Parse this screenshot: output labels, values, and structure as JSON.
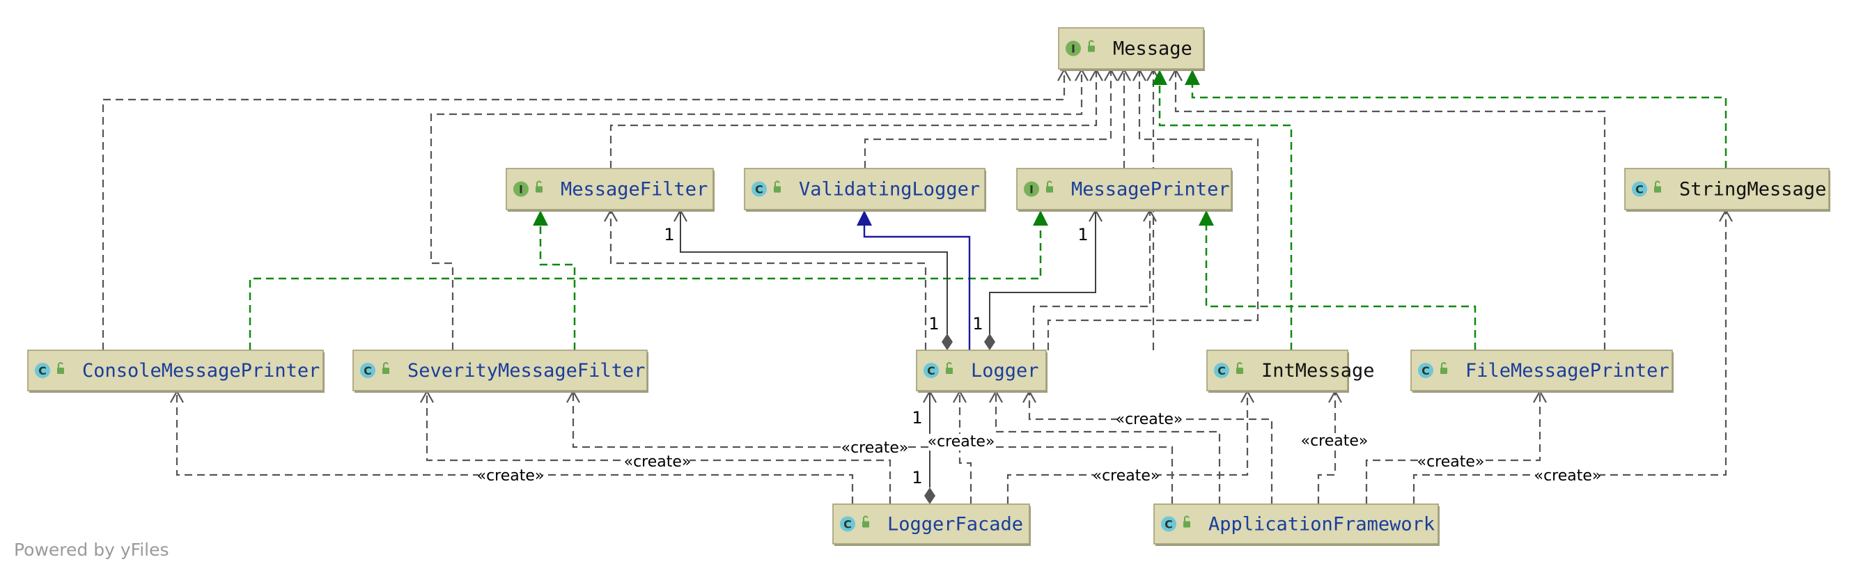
{
  "diagram": {
    "classes": [
      {
        "id": "Message",
        "name": "Message",
        "kind": "interface"
      },
      {
        "id": "MessageFilter",
        "name": "MessageFilter",
        "kind": "interface"
      },
      {
        "id": "ValidatingLogger",
        "name": "ValidatingLogger",
        "kind": "abstract class"
      },
      {
        "id": "MessagePrinter",
        "name": "MessagePrinter",
        "kind": "interface"
      },
      {
        "id": "StringMessage",
        "name": "StringMessage",
        "kind": "class"
      },
      {
        "id": "ConsoleMessagePrinter",
        "name": "ConsoleMessagePrinter",
        "kind": "class"
      },
      {
        "id": "SeverityMessageFilter",
        "name": "SeverityMessageFilter",
        "kind": "class"
      },
      {
        "id": "Logger",
        "name": "Logger",
        "kind": "class"
      },
      {
        "id": "IntMessage",
        "name": "IntMessage",
        "kind": "class"
      },
      {
        "id": "FileMessagePrinter",
        "name": "FileMessagePrinter",
        "kind": "class"
      },
      {
        "id": "LoggerFacade",
        "name": "LoggerFacade",
        "kind": "class"
      },
      {
        "id": "ApplicationFramework",
        "name": "ApplicationFramework",
        "kind": "class"
      }
    ],
    "relations": {
      "create_label": "«create»",
      "multiplicity": "1"
    },
    "watermark": "Powered by yFiles",
    "colors": {
      "box_fill": "#dcd9b3",
      "interface_name": "#1b3d9b",
      "realization": "#118811",
      "extends": "#1a1a9e",
      "dependency": "#555555"
    }
  }
}
